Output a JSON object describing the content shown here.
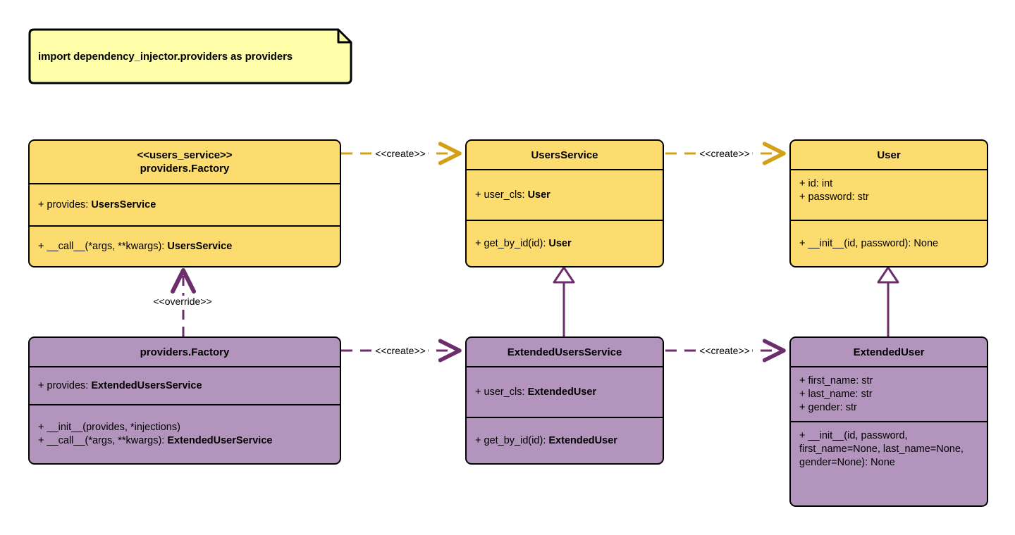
{
  "diagram": {
    "title": "Dependency Injector providers UML class diagram",
    "colors": {
      "note_fill": "#FFFFAA",
      "yellow_fill": "#FCDB6F",
      "purple_fill": "#B294BC",
      "yellow_edge": "#D4A017",
      "purple_edge": "#6B2D6B",
      "border": "#000000",
      "background": "#FFFFFF"
    }
  },
  "note": {
    "text": "import dependency_injector.providers as providers"
  },
  "classes": {
    "users_service_factory": {
      "stereotype": "<<users_service>>",
      "name": "providers.Factory",
      "attributes": [
        {
          "prefix": "+ ",
          "label": "provides: ",
          "type": "UsersService"
        }
      ],
      "methods": [
        {
          "prefix": "+ ",
          "label": "__call__(*args, **kwargs): ",
          "type": "UsersService"
        }
      ]
    },
    "users_service": {
      "stereotype": "",
      "name": "UsersService",
      "attributes": [
        {
          "prefix": "+ ",
          "label": "user_cls: ",
          "type": "User"
        }
      ],
      "methods": [
        {
          "prefix": "+ ",
          "label": "get_by_id(id): ",
          "type": "User"
        }
      ]
    },
    "user": {
      "stereotype": "",
      "name": "User",
      "attributes": [
        {
          "prefix": "+ ",
          "label": "id: int",
          "type": ""
        },
        {
          "prefix": "+ ",
          "label": "password: str",
          "type": ""
        }
      ],
      "methods": [
        {
          "prefix": "+ ",
          "label": "__init__(id, password): None",
          "type": ""
        }
      ]
    },
    "extended_factory": {
      "stereotype": "",
      "name": "providers.Factory",
      "attributes": [
        {
          "prefix": "+ ",
          "label": "provides: ",
          "type": "ExtendedUsersService"
        }
      ],
      "methods": [
        {
          "prefix": "+ ",
          "label": "__init__(provides, *injections)",
          "type": ""
        },
        {
          "prefix": "+ ",
          "label": "__call__(*args, **kwargs): ",
          "type": "ExtendedUserService"
        }
      ]
    },
    "extended_users_service": {
      "stereotype": "",
      "name": "ExtendedUsersService",
      "attributes": [
        {
          "prefix": "+ ",
          "label": "user_cls: ",
          "type": "ExtendedUser"
        }
      ],
      "methods": [
        {
          "prefix": "+ ",
          "label": "get_by_id(id): ",
          "type": "ExtendedUser"
        }
      ]
    },
    "extended_user": {
      "stereotype": "",
      "name": "ExtendedUser",
      "attributes": [
        {
          "prefix": "+ ",
          "label": "first_name: str",
          "type": ""
        },
        {
          "prefix": "+ ",
          "label": "last_name: str",
          "type": ""
        },
        {
          "prefix": "+ ",
          "label": "gender: str",
          "type": ""
        }
      ],
      "methods": [
        {
          "prefix": "+ ",
          "label": "__init__(id, password, first_name=None, last_name=None, gender=None): None",
          "type": ""
        }
      ]
    }
  },
  "edges": {
    "create_top_left": {
      "label": "<<create>>",
      "kind": "dependency",
      "color": "#D4A017"
    },
    "create_top_right": {
      "label": "<<create>>",
      "kind": "dependency",
      "color": "#D4A017"
    },
    "override": {
      "label": "<<override>>",
      "kind": "dependency",
      "color": "#6B2D6B"
    },
    "create_bottom_left": {
      "label": "<<create>>",
      "kind": "dependency",
      "color": "#6B2D6B"
    },
    "create_bottom_right": {
      "label": "<<create>>",
      "kind": "dependency",
      "color": "#6B2D6B"
    },
    "generalization_service": {
      "label": "",
      "kind": "generalization",
      "color": "#6B2D6B"
    },
    "generalization_user": {
      "label": "",
      "kind": "generalization",
      "color": "#6B2D6B"
    }
  }
}
